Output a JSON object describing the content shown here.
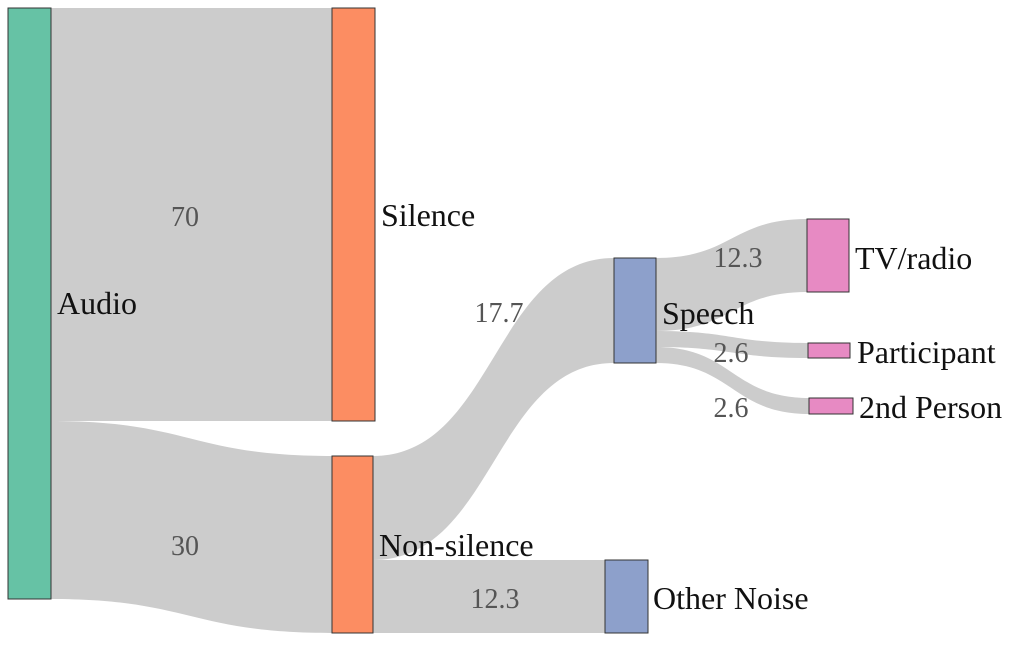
{
  "colors": {
    "link": "#cccccc",
    "link_label": "#555555",
    "node_label": "#111111",
    "node_stroke": "#333333"
  },
  "diagram": {
    "nodes": {
      "audio": {
        "label": "Audio",
        "color": "#66c2a5"
      },
      "silence": {
        "label": "Silence",
        "color": "#fc8d62"
      },
      "non_silence": {
        "label": "Non-silence",
        "color": "#fc8d62"
      },
      "speech": {
        "label": "Speech",
        "color": "#8da0cb"
      },
      "other_noise": {
        "label": "Other Noise",
        "color": "#8da0cb"
      },
      "tv_radio": {
        "label": "TV/radio",
        "color": "#e78ac3"
      },
      "participant": {
        "label": "Participant",
        "color": "#e78ac3"
      },
      "second_person": {
        "label": "2nd Person",
        "color": "#e78ac3"
      }
    },
    "flows": [
      {
        "id": "audio_silence",
        "source": "Audio",
        "target": "Silence",
        "value": 70,
        "label": "70"
      },
      {
        "id": "audio_nonsilence",
        "source": "Audio",
        "target": "Non-silence",
        "value": 30,
        "label": "30"
      },
      {
        "id": "nonsilence_speech",
        "source": "Non-silence",
        "target": "Speech",
        "value": 17.7,
        "label": "17.7"
      },
      {
        "id": "nonsilence_noise",
        "source": "Non-silence",
        "target": "Other Noise",
        "value": 12.3,
        "label": "12.3"
      },
      {
        "id": "speech_tv",
        "source": "Speech",
        "target": "TV/radio",
        "value": 12.3,
        "label": "12.3"
      },
      {
        "id": "speech_participant",
        "source": "Speech",
        "target": "Participant",
        "value": 2.6,
        "label": "2.6"
      },
      {
        "id": "speech_second",
        "source": "Speech",
        "target": "2nd Person",
        "value": 2.6,
        "label": "2.6"
      }
    ]
  }
}
